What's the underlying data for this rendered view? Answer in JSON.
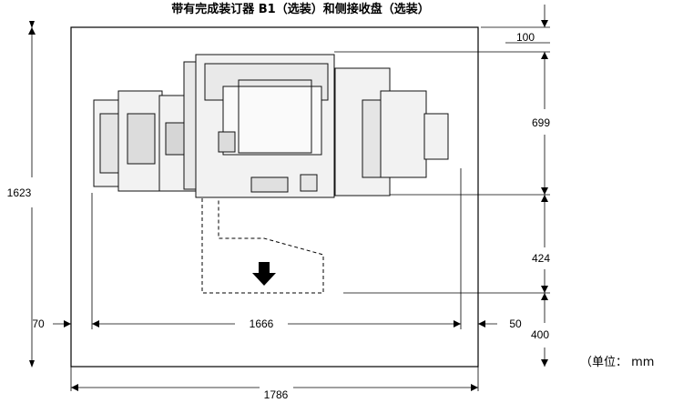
{
  "title": "带有完成装订器 B1（选装）和侧接收盘（选装）",
  "unit_note": "（单位： mm",
  "dimensions": {
    "total_depth": "1623",
    "rear_clearance": "100",
    "machine_depth": "699",
    "front_open": "424",
    "front_clearance": "400",
    "left_clearance": "70",
    "machine_width": "1666",
    "right_clearance": "50",
    "total_width": "1786"
  }
}
